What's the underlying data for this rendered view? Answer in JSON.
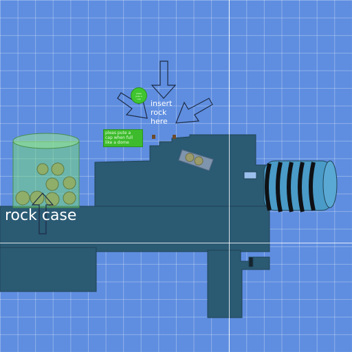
{
  "scene": {
    "background_color": "#5f8ee0",
    "machine_color": "#2b5a73",
    "outline_color": "#1f4355",
    "coil_color": "#0f1114",
    "tube_color": "#4a9bc7"
  },
  "labels": {
    "rock_case": "rock case",
    "insert_rock": "insert\nrock\nhere",
    "cap_note": "pleas pute a\ncap when full\nlike a dome",
    "sticker": "pleas\npute a\ncap"
  },
  "icons": {
    "top_arrow": "down-arrow-icon",
    "left_arrow": "down-right-arrow-icon",
    "right_arrow": "down-left-arrow-icon",
    "case_arrow": "up-arrow-icon"
  }
}
